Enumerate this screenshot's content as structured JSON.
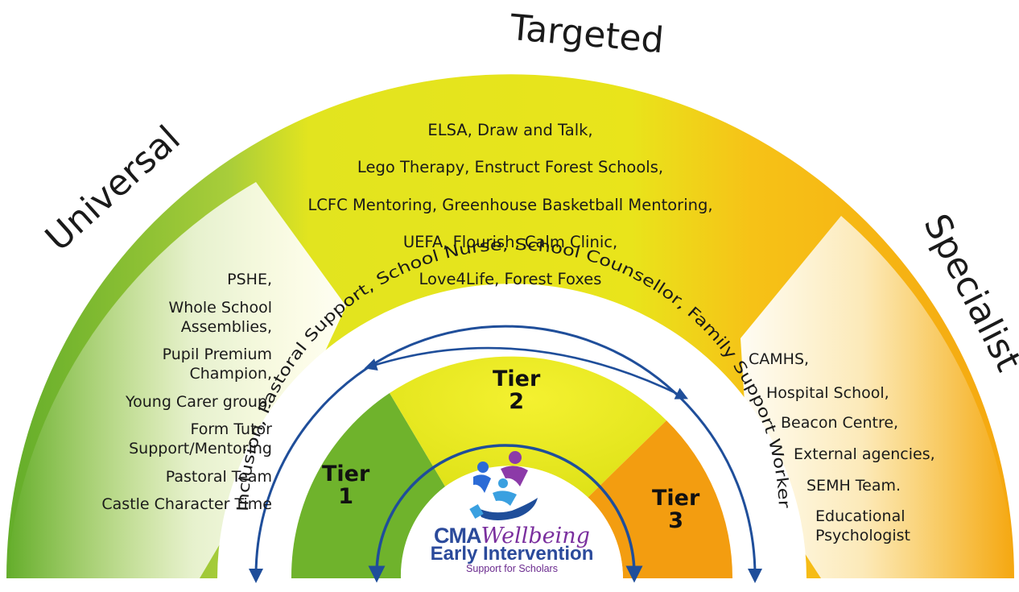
{
  "headings": {
    "targeted": "Targeted",
    "universal": "Universal",
    "specialist": "Specialist"
  },
  "universal_items": [
    "PSHE,",
    "Whole School",
    "Assemblies,",
    "Pupil Premium",
    "Champion,",
    "Young Carer group,",
    "Form Tutor",
    "Support/Mentoring",
    "Pastoral Team",
    "Castle Character Time"
  ],
  "targeted_items": [
    "ELSA, Draw and Talk,",
    "Lego Therapy,  Enstruct Forest Schools,",
    "LCFC Mentoring, Greenhouse Basketball Mentoring,",
    "UEFA, Flourish, Calm Clinic,",
    "Love4Life, Forest Foxes"
  ],
  "specialist_items": [
    "CAMHS,",
    "Hospital School,",
    "Beacon Centre,",
    "External agencies,",
    "SEMH Team.",
    "Educational",
    "Psychologist"
  ],
  "support_arc_text": "Inclusion, Pastoral Support, School Nurse, School Counsellor, Family Support Worker",
  "tiers": {
    "tier1_word": "Tier",
    "tier1_num": "1",
    "tier2_word": "Tier",
    "tier2_num": "2",
    "tier3_word": "Tier",
    "tier3_num": "3"
  },
  "logo": {
    "cma": "CMA",
    "wellbeing": "Wellbeing",
    "early_intervention": "Early Intervention",
    "support": "Support for Scholars"
  },
  "colors": {
    "green": "#6fb32c",
    "yellow": "#e6e619",
    "orange": "#f5a30f",
    "arrow_blue": "#1f4e9a",
    "logo_blue": "#2b4a9b",
    "logo_purple": "#7a2f9e"
  }
}
